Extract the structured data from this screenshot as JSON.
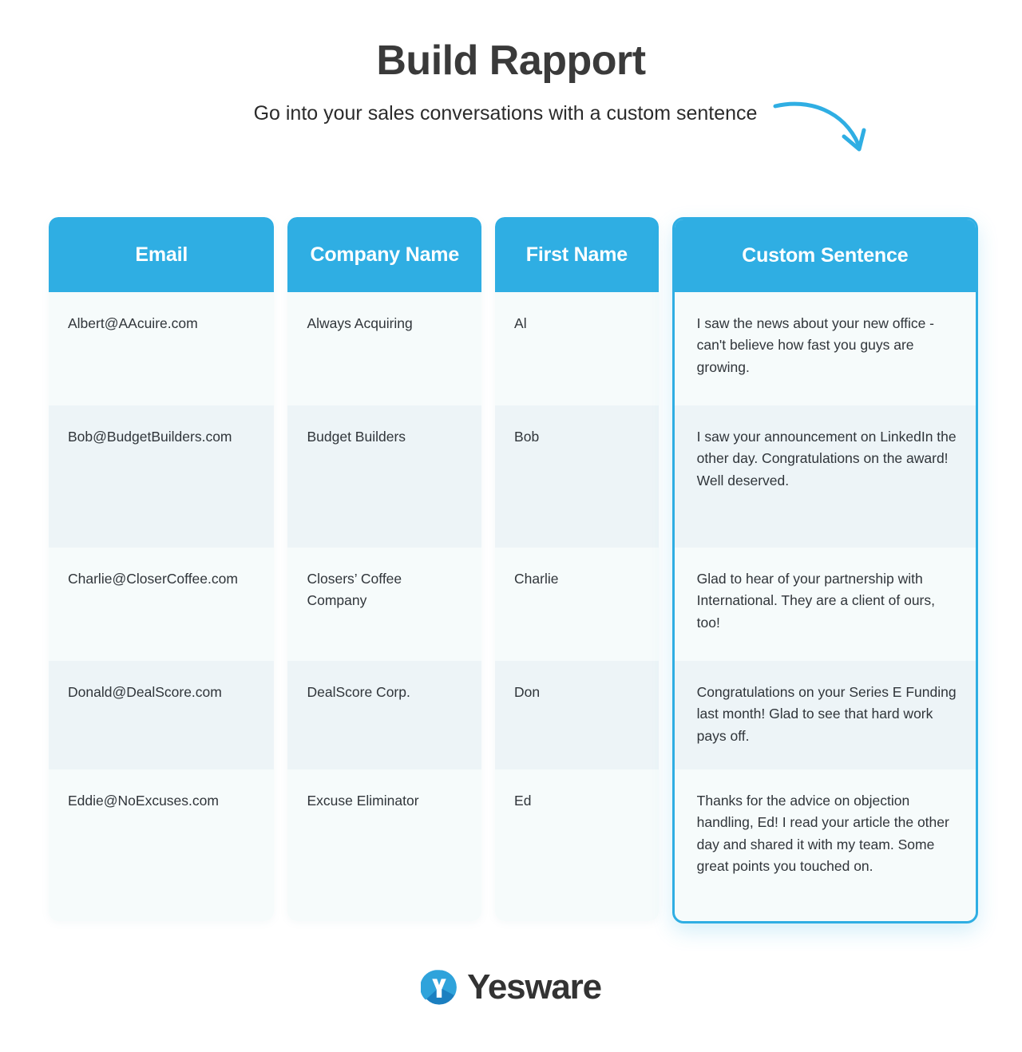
{
  "header": {
    "title": "Build Rapport",
    "subtitle": "Go into your sales conversations with a custom sentence",
    "arrow_icon": "curved-down-arrow-icon"
  },
  "colors": {
    "accent": "#2FAEE3",
    "header_text": "#ffffff",
    "title_text": "#3a3a3a",
    "body_text": "#30353a",
    "row_odd": "#f6fbfb",
    "row_even": "#edf4f7"
  },
  "table": {
    "columns": [
      {
        "key": "email",
        "label": "Email"
      },
      {
        "key": "company",
        "label": "Company Name"
      },
      {
        "key": "first",
        "label": "First Name"
      },
      {
        "key": "custom",
        "label": "Custom Sentence",
        "highlighted": true
      }
    ],
    "rows": [
      {
        "email": "Albert@AAcuire.com",
        "company": "Always Acquiring",
        "first": "Al",
        "custom": "I saw the news about your new office - can't believe how fast you guys are growing."
      },
      {
        "email": "Bob@BudgetBuilders.com",
        "company": "Budget Builders",
        "first": "Bob",
        "custom": "I saw your announcement on LinkedIn the other day. Congratulations on the award! Well deserved."
      },
      {
        "email": "Charlie@CloserCoffee.com",
        "company": "Closers’ Coffee Company",
        "first": "Charlie",
        "custom": "Glad to hear of your partnership with International. They are a client of ours, too!"
      },
      {
        "email": "Donald@DealScore.com",
        "company": "DealScore Corp.",
        "first": "Don",
        "custom": "Congratulations on your Series E Funding last month! Glad to see that hard work pays off."
      },
      {
        "email": "Eddie@NoExcuses.com",
        "company": "Excuse Eliminator",
        "first": "Ed",
        "custom": "Thanks for the advice on objection handling, Ed! I read your article the other day and shared it with my team. Some great points you touched on."
      }
    ]
  },
  "footer": {
    "brand": "Yesware",
    "logo_icon": "yesware-logo-icon"
  }
}
